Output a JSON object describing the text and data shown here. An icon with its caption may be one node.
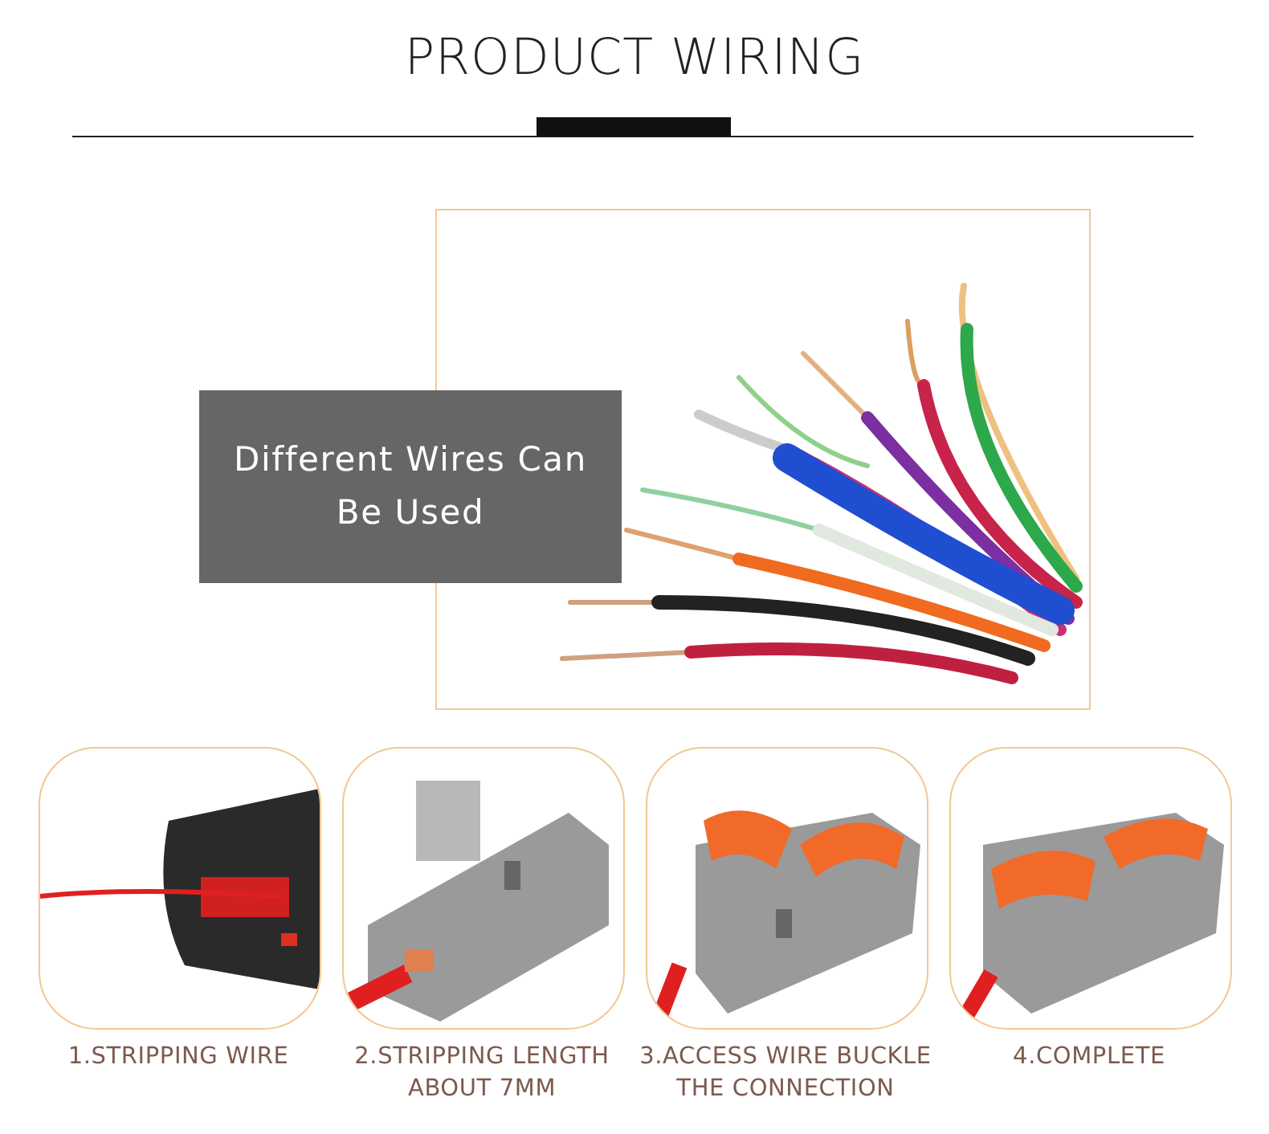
{
  "diagram": {
    "title": "PRODUCT WIRING",
    "nodes": [
      {
        "text": [
          "Different Wires Can Be Used"
        ]
      }
    ],
    "edges": [],
    "labels": [
      "1.STRIPPING WIRE",
      "2.STRIPPING LENGTH ABOUT 7MM",
      "3.ACCESS WIRE BUCKLE THE CONNECTION",
      "4.COMPLETE"
    ]
  }
}
